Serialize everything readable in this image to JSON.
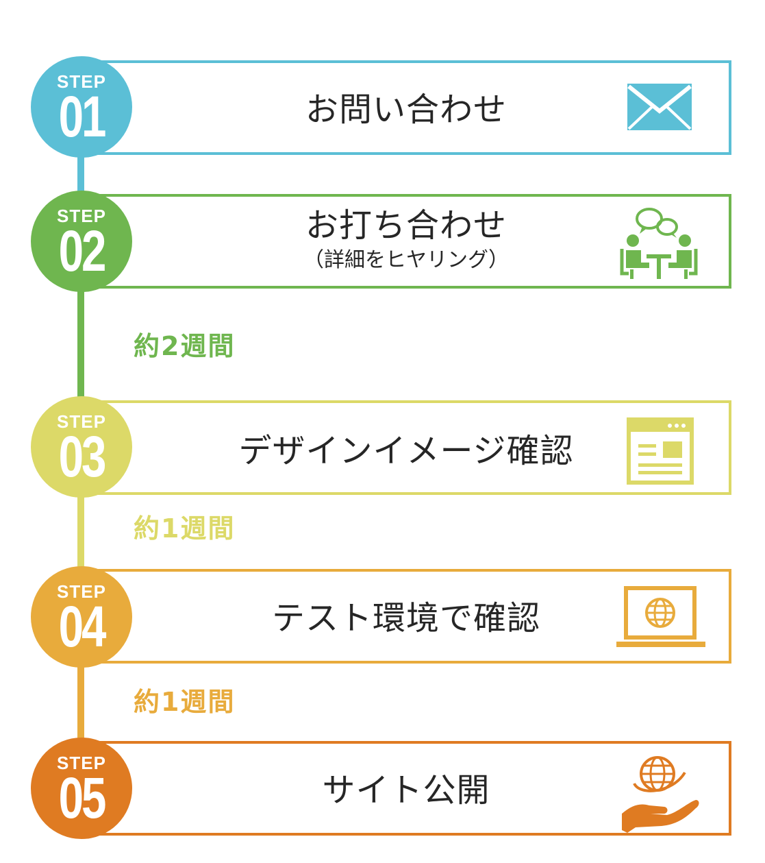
{
  "colors": {
    "step1": "#5bbfd6",
    "step2": "#6fb64f",
    "step3": "#dcd968",
    "step4": "#e8ab3c",
    "step5": "#df7b22",
    "text": "#262626"
  },
  "steps": [
    {
      "label": "STEP",
      "number": "01",
      "title": "お問い合わせ",
      "subtitle": "",
      "icon": "envelope-icon"
    },
    {
      "label": "STEP",
      "number": "02",
      "title": "お打ち合わせ",
      "subtitle": "（詳細をヒヤリング）",
      "icon": "meeting-icon"
    },
    {
      "label": "STEP",
      "number": "03",
      "title": "デザインイメージ確認",
      "subtitle": "",
      "icon": "webpage-layout-icon"
    },
    {
      "label": "STEP",
      "number": "04",
      "title": "テスト環境で確認",
      "subtitle": "",
      "icon": "laptop-globe-icon"
    },
    {
      "label": "STEP",
      "number": "05",
      "title": "サイト公開",
      "subtitle": "",
      "icon": "hand-globe-icon"
    }
  ],
  "durations": [
    {
      "text": "約2週間"
    },
    {
      "text": "約1週間"
    },
    {
      "text": "約1週間"
    }
  ]
}
